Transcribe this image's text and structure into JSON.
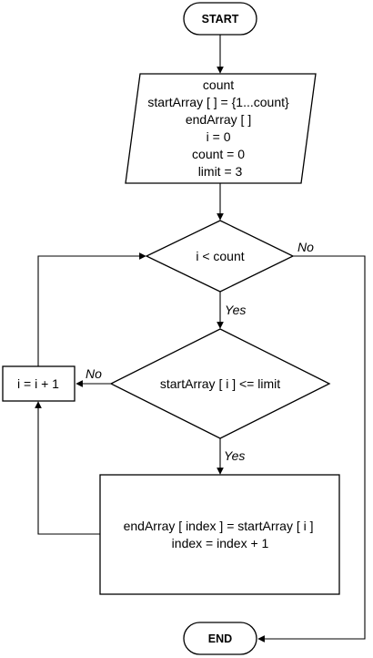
{
  "flowchart": {
    "start": "START",
    "end": "END",
    "init_lines": [
      "count",
      "startArray [ ] = {1...count}",
      "endArray [ ]",
      "i = 0",
      "count = 0",
      "limit = 3"
    ],
    "loop_condition": "i < count",
    "filter_condition": "startArray [ i ] <=  limit",
    "increment": "i = i + 1",
    "process_lines": [
      "endArray [ index ] = startArray [ i ]",
      "index = index + 1"
    ],
    "labels": {
      "loop_no": "No",
      "loop_yes": "Yes",
      "filter_no": "No",
      "filter_yes": "Yes"
    }
  }
}
